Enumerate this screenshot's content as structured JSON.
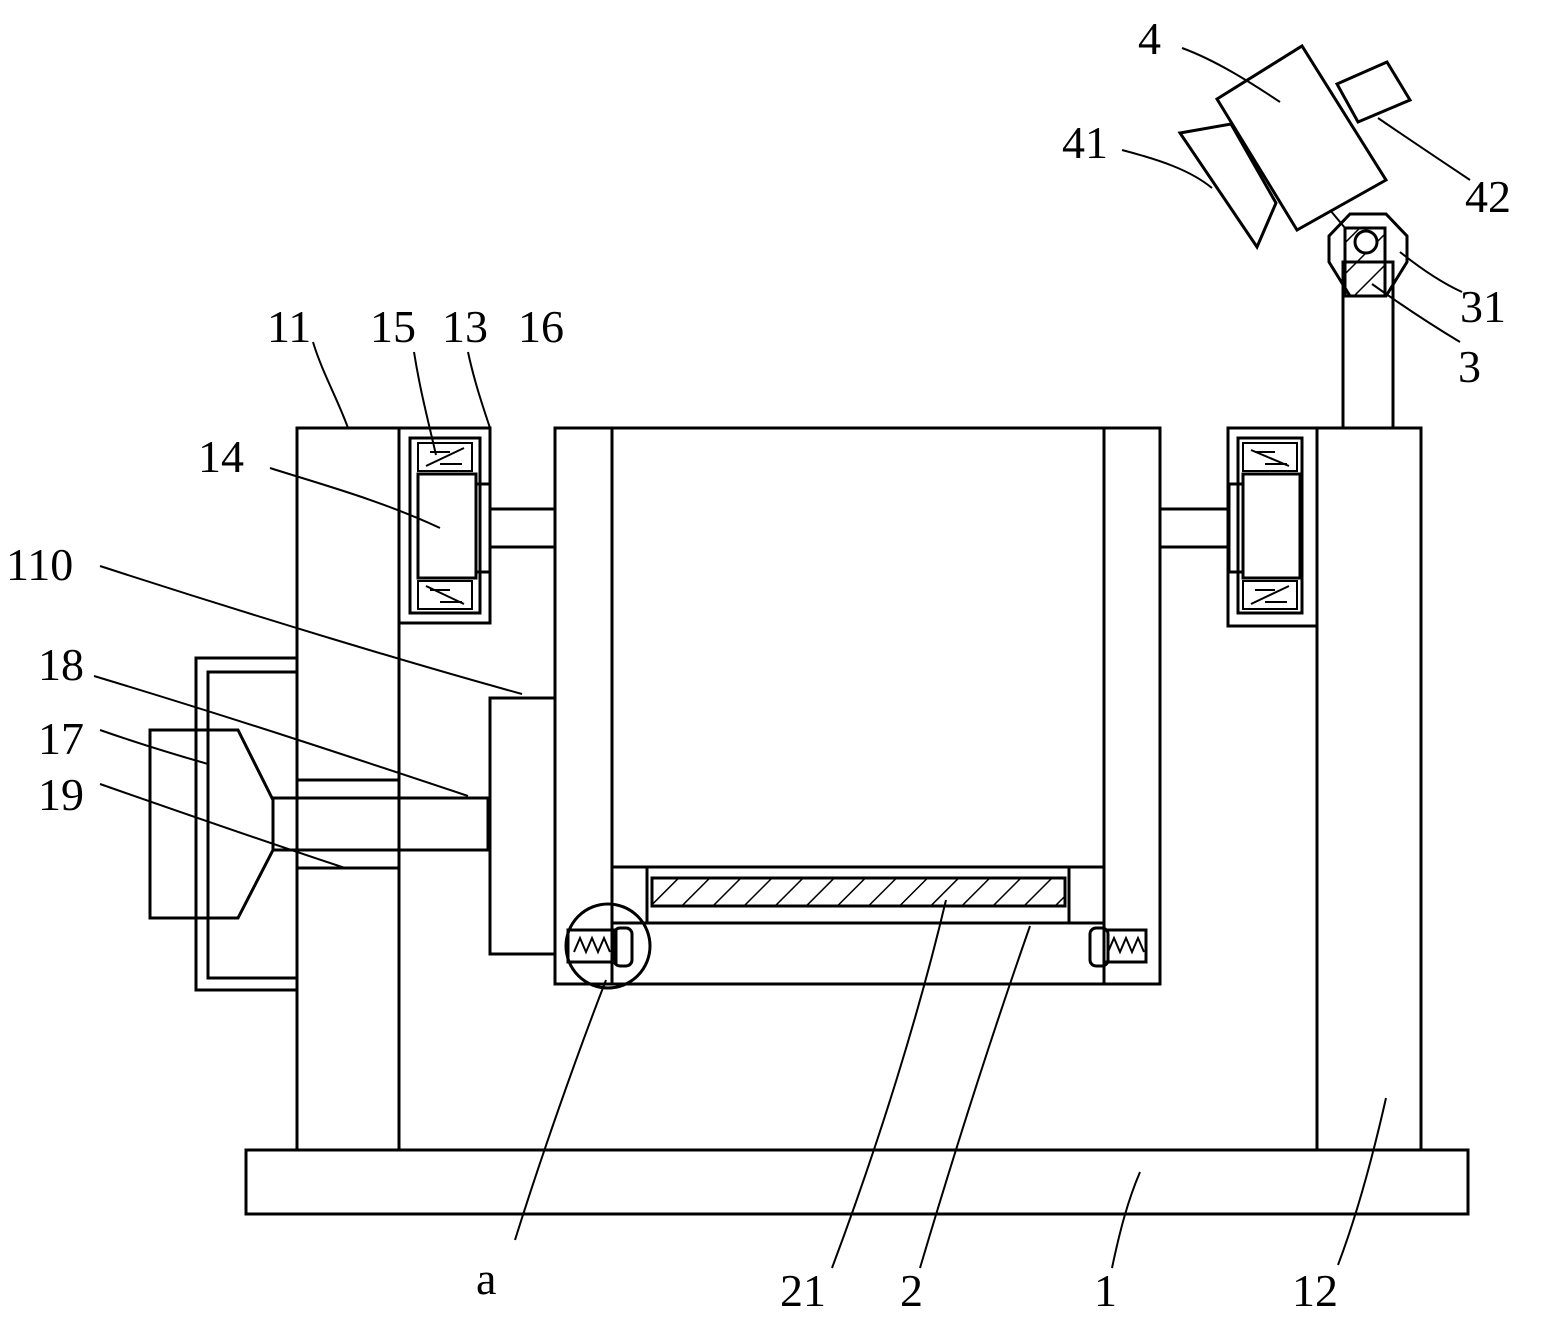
{
  "labels": {
    "l4": "4",
    "l41": "41",
    "l42": "42",
    "l31": "31",
    "l3": "3",
    "l11": "11",
    "l15": "15",
    "l13": "13",
    "l16": "16",
    "l14": "14",
    "l110": "110",
    "l18": "18",
    "l17": "17",
    "l19": "19",
    "la": "a",
    "l21": "21",
    "l2": "2",
    "l1": "1",
    "l12": "12"
  },
  "colors": {
    "stroke": "#000000",
    "background": "#ffffff"
  }
}
